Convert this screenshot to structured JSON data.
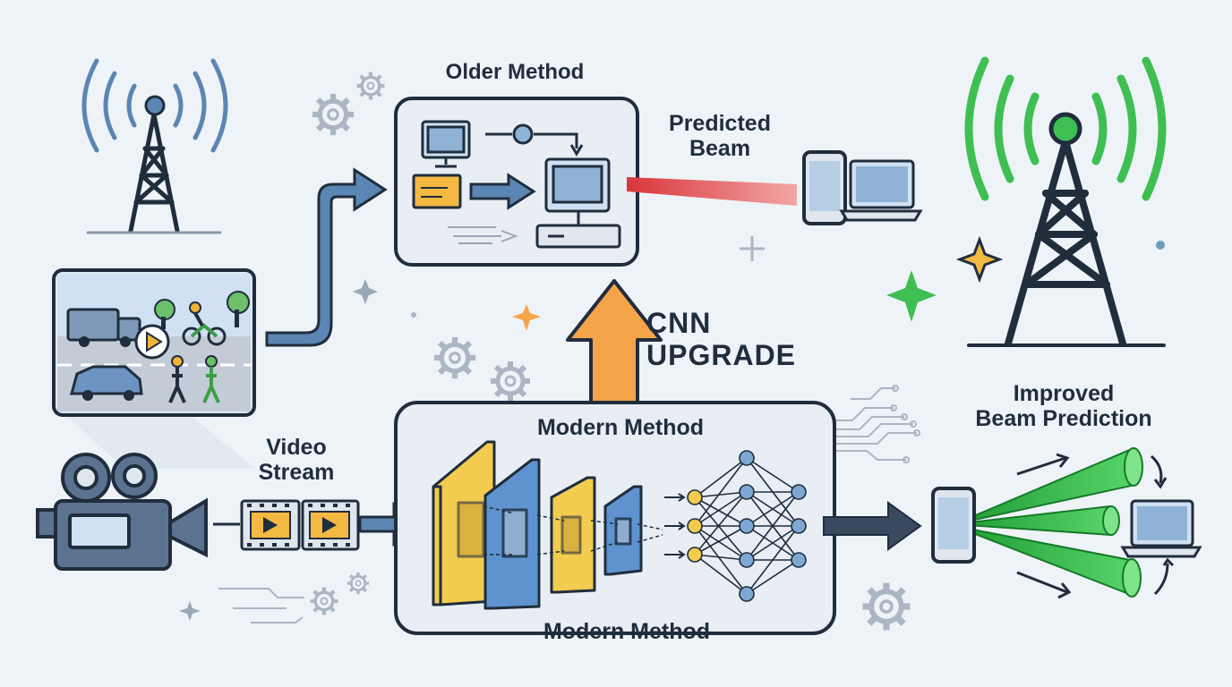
{
  "labels": {
    "older_method": "Older Method",
    "predicted_beam": [
      "Predicted",
      "Beam"
    ],
    "cnn_upgrade": [
      "CNN",
      "UPGRADE"
    ],
    "modern_method_top": "Modern Method",
    "modern_method_bottom": "Modern Method",
    "improved_beam_prediction": [
      "Improved",
      "Beam Prediction"
    ],
    "video_stream": [
      "Video",
      "Stream"
    ]
  },
  "icons": {
    "left_tower": "cell-tower-icon",
    "right_tower": "active-cell-tower-icon",
    "scene": "traffic-video-frame-icon",
    "camera": "video-camera-icon",
    "film": "film-strip-icon",
    "computer": "computer-icon",
    "phone": "smartphone-icon",
    "laptop": "laptop-icon",
    "cnn": "convolutional-layers-icon",
    "neural_net": "neural-network-icon",
    "gear": "gear-icon",
    "sparkle": "sparkle-icon"
  },
  "colors": {
    "background": "#eef3f7",
    "ink": "#1f2d3d",
    "arrow_blue": "#5b86b3",
    "beam_red": "#e05353",
    "beam_green": "#3fbf52",
    "upgrade_orange": "#f6a44a",
    "layer_yellow": "#f2cb4f",
    "layer_blue": "#5e93cf"
  }
}
